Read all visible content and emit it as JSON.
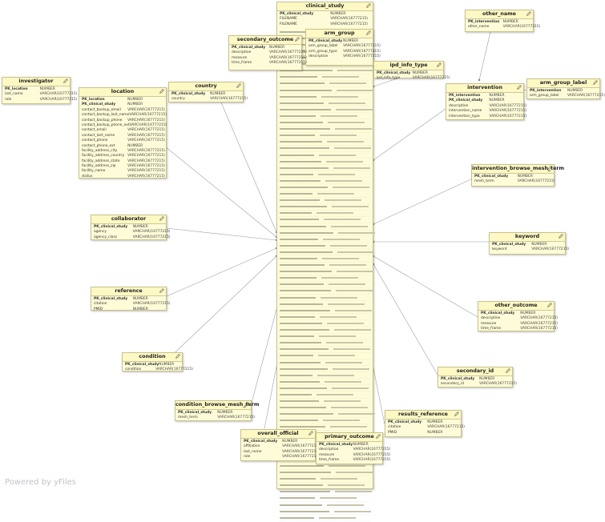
{
  "watermark": "Powered by yFiles",
  "colors": {
    "entity_fill": "#fefcd8",
    "entity_border": "#c8c28c",
    "edge": "#9aa0a6"
  },
  "entities": {
    "clinical_study": {
      "title": "clinical_study",
      "rows": [
        {
          "name": "PK_clinical_study",
          "type": "NUMBER"
        },
        {
          "name": "FILENAME",
          "type": "VARCHAR(16777215)"
        },
        {
          "name": "FILENAME",
          "type": "VARCHAR(16777215)"
        }
      ]
    },
    "arm_group": {
      "title": "arm_group",
      "rows": [
        {
          "name": "PK_clinical_study",
          "type": "NUMBER"
        },
        {
          "name": "arm_group_label",
          "type": "VARCHAR(16777215)"
        },
        {
          "name": "arm_group_type",
          "type": "VARCHAR(16777215)"
        },
        {
          "name": "description",
          "type": "VARCHAR(16777215)"
        }
      ]
    },
    "secondary_outcome": {
      "title": "secondary_outcome",
      "rows": [
        {
          "name": "PK_clinical_study",
          "type": "NUMBER"
        },
        {
          "name": "description",
          "type": "VARCHAR(16777215)"
        },
        {
          "name": "measure",
          "type": "VARCHAR(16777215)"
        },
        {
          "name": "time_frame",
          "type": "VARCHAR(16777215)"
        }
      ]
    },
    "other_name": {
      "title": "other_name",
      "rows": [
        {
          "name": "PK_intervention",
          "type": "NUMBER"
        },
        {
          "name": "other_name",
          "type": "VARCHAR(16777215)"
        }
      ]
    },
    "investigator": {
      "title": "investigator",
      "rows": [
        {
          "name": "PK_location",
          "type": "NUMBER"
        },
        {
          "name": "last_name",
          "type": "VARCHAR(16777215)"
        },
        {
          "name": "role",
          "type": "VARCHAR(16777215)"
        }
      ]
    },
    "location": {
      "title": "location",
      "rows": [
        {
          "name": "PK_location",
          "type": "NUMBER"
        },
        {
          "name": "PK_clinical_study",
          "type": "NUMBER"
        },
        {
          "name": "contact_backup_email",
          "type": "VARCHAR(16777215)"
        },
        {
          "name": "contact_backup_last_name",
          "type": "VARCHAR(16777215)"
        },
        {
          "name": "contact_backup_phone",
          "type": "VARCHAR(16777215)"
        },
        {
          "name": "contact_backup_phone_ext",
          "type": "VARCHAR(16777215)"
        },
        {
          "name": "contact_email",
          "type": "VARCHAR(16777215)"
        },
        {
          "name": "contact_last_name",
          "type": "VARCHAR(16777215)"
        },
        {
          "name": "contact_phone",
          "type": "VARCHAR(16777215)"
        },
        {
          "name": "contact_phone_ext",
          "type": "NUMBER"
        },
        {
          "name": "facility_address_city",
          "type": "VARCHAR(16777215)"
        },
        {
          "name": "facility_address_country",
          "type": "VARCHAR(16777215)"
        },
        {
          "name": "facility_address_state",
          "type": "VARCHAR(16777215)"
        },
        {
          "name": "facility_address_zip",
          "type": "VARCHAR(16777215)"
        },
        {
          "name": "facility_name",
          "type": "VARCHAR(16777215)"
        },
        {
          "name": "status",
          "type": "VARCHAR(16777215)"
        }
      ]
    },
    "country": {
      "title": "country",
      "rows": [
        {
          "name": "PK_clinical_study",
          "type": "NUMBER"
        },
        {
          "name": "country",
          "type": "VARCHAR(16777215)"
        }
      ]
    },
    "ipd_info_type": {
      "title": "ipd_info_type",
      "rows": [
        {
          "name": "PK_clinical_study",
          "type": "NUMBER"
        },
        {
          "name": "ipd_info_type",
          "type": "VARCHAR(16777215)"
        }
      ]
    },
    "intervention": {
      "title": "intervention",
      "rows": [
        {
          "name": "PK_intervention",
          "type": "NUMBER"
        },
        {
          "name": "PK_clinical_study",
          "type": "NUMBER"
        },
        {
          "name": "description",
          "type": "VARCHAR(16777215)"
        },
        {
          "name": "intervention_name",
          "type": "VARCHAR(16777215)"
        },
        {
          "name": "intervention_type",
          "type": "VARCHAR(16777215)"
        }
      ]
    },
    "arm_group_label": {
      "title": "arm_group_label",
      "rows": [
        {
          "name": "PK_intervention",
          "type": "NUMBER"
        },
        {
          "name": "arm_group_label",
          "type": "VARCHAR(16777215)"
        }
      ]
    },
    "intervention_browse_mesh_term": {
      "title": "intervention_browse_mesh_term",
      "rows": [
        {
          "name": "PK_clinical_study",
          "type": "NUMBER"
        },
        {
          "name": "mesh_term",
          "type": "VARCHAR(16777215)"
        }
      ]
    },
    "collaborator": {
      "title": "collaborator",
      "rows": [
        {
          "name": "PK_clinical_study",
          "type": "NUMBER"
        },
        {
          "name": "agency",
          "type": "VARCHAR(16777215)"
        },
        {
          "name": "agency_class",
          "type": "VARCHAR(16777215)"
        }
      ]
    },
    "keyword": {
      "title": "keyword",
      "rows": [
        {
          "name": "PK_clinical_study",
          "type": "NUMBER"
        },
        {
          "name": "keyword",
          "type": "VARCHAR(16777215)"
        }
      ]
    },
    "reference": {
      "title": "reference",
      "rows": [
        {
          "name": "PK_clinical_study",
          "type": "NUMBER"
        },
        {
          "name": "citation",
          "type": "VARCHAR(16777215)"
        },
        {
          "name": "PMID",
          "type": "NUMBER"
        }
      ]
    },
    "other_outcome": {
      "title": "other_outcome",
      "rows": [
        {
          "name": "PK_clinical_study",
          "type": "NUMBER"
        },
        {
          "name": "description",
          "type": "VARCHAR(16777215)"
        },
        {
          "name": "measure",
          "type": "VARCHAR(16777215)"
        },
        {
          "name": "time_frame",
          "type": "VARCHAR(16777215)"
        }
      ]
    },
    "condition": {
      "title": "condition",
      "rows": [
        {
          "name": "PK_clinical_study",
          "type": "NUMBER"
        },
        {
          "name": "condition",
          "type": "VARCHAR(16777215)"
        }
      ]
    },
    "secondary_id": {
      "title": "secondary_id",
      "rows": [
        {
          "name": "PK_clinical_study",
          "type": "NUMBER"
        },
        {
          "name": "secondary_id",
          "type": "VARCHAR(16777215)"
        }
      ]
    },
    "condition_browse_mesh_term": {
      "title": "condition_browse_mesh_term",
      "rows": [
        {
          "name": "PK_clinical_study",
          "type": "NUMBER"
        },
        {
          "name": "mesh_term",
          "type": "VARCHAR(16777215)"
        }
      ]
    },
    "results_reference": {
      "title": "results_reference",
      "rows": [
        {
          "name": "PK_clinical_study",
          "type": "NUMBER"
        },
        {
          "name": "citation",
          "type": "VARCHAR(16777215)"
        },
        {
          "name": "PMID",
          "type": "NUMBER"
        }
      ]
    },
    "overall_official": {
      "title": "overall_official",
      "rows": [
        {
          "name": "PK_clinical_study",
          "type": "NUMBER"
        },
        {
          "name": "affiliation",
          "type": "VARCHAR(16777215)"
        },
        {
          "name": "last_name",
          "type": "VARCHAR(16777215)"
        },
        {
          "name": "role",
          "type": "VARCHAR(16777215)"
        }
      ]
    },
    "primary_outcome": {
      "title": "primary_outcome",
      "rows": [
        {
          "name": "PK_clinical_study",
          "type": "NUMBER"
        },
        {
          "name": "description",
          "type": "VARCHAR(16777215)"
        },
        {
          "name": "measure",
          "type": "VARCHAR(16777215)"
        },
        {
          "name": "time_frame",
          "type": "VARCHAR(16777215)"
        }
      ]
    }
  }
}
